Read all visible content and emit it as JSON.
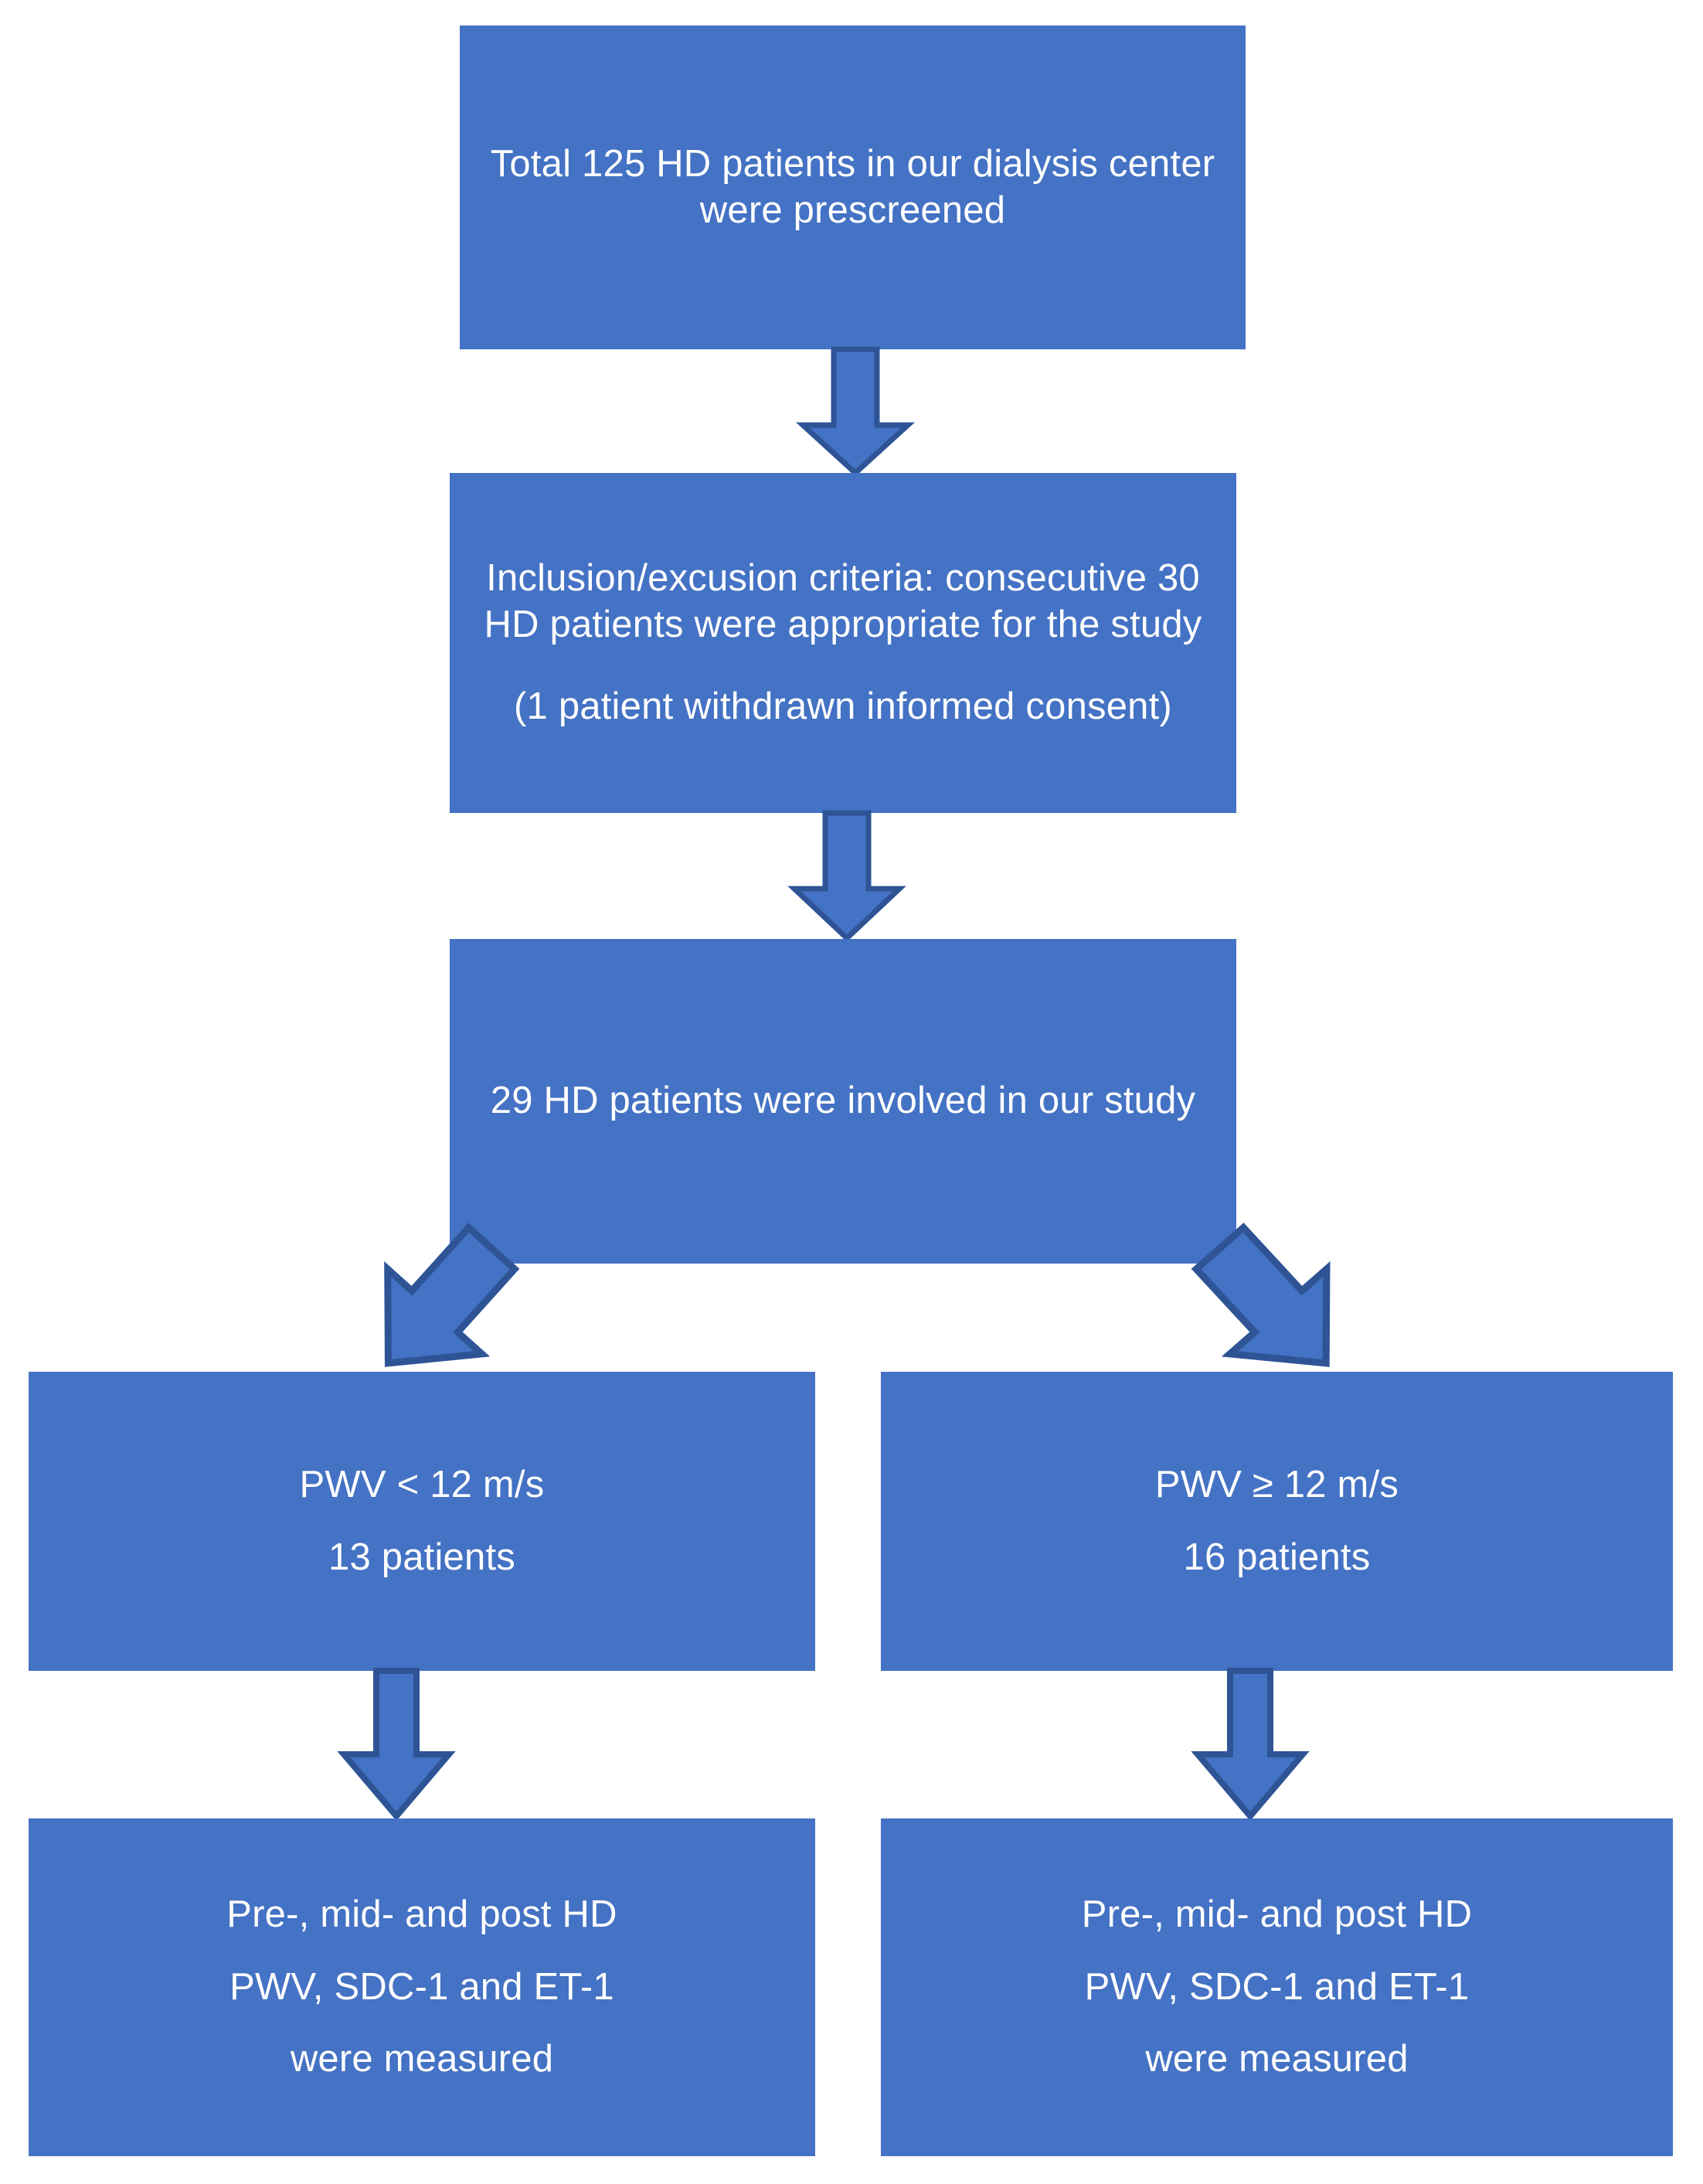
{
  "diagram": {
    "title": "HD patient study flowchart",
    "colors": {
      "node_fill": "#4472C4",
      "node_text": "#FFFFFF",
      "arrow_fill": "#4472C4",
      "arrow_outline": "#2E5496",
      "background": "#FFFFFF"
    },
    "nodes": [
      {
        "id": "prescreen",
        "lines": [
          "Total 125 HD patients in our dialysis center were  prescreened"
        ]
      },
      {
        "id": "criteria",
        "lines": [
          "Inclusion/excusion criteria: consecutive 30 HD patients were appropriate for the study",
          "(1 patient withdrawn informed consent)"
        ]
      },
      {
        "id": "involved",
        "lines": [
          "29 HD patients were involved in our study"
        ]
      },
      {
        "id": "pwv-low",
        "lines": [
          "PWV < 12 m/s",
          "13 patients"
        ]
      },
      {
        "id": "pwv-high",
        "lines": [
          "PWV ≥ 12 m/s",
          "16 patients"
        ]
      },
      {
        "id": "measurements-low",
        "lines": [
          "Pre-, mid- and post HD",
          "PWV, SDC-1 and ET-1",
          "were measured"
        ]
      },
      {
        "id": "measurements-high",
        "lines": [
          "Pre-, mid- and post HD",
          "PWV, SDC-1 and ET-1",
          "were measured"
        ]
      }
    ],
    "arrows": [
      {
        "id": "prescreen-to-criteria",
        "direction": "down"
      },
      {
        "id": "criteria-to-involved",
        "direction": "down"
      },
      {
        "id": "involved-to-pwv-low",
        "direction": "down-left"
      },
      {
        "id": "involved-to-pwv-high",
        "direction": "down-right"
      },
      {
        "id": "pwv-low-to-measurements",
        "direction": "down"
      },
      {
        "id": "pwv-high-to-measurements",
        "direction": "down"
      }
    ]
  }
}
